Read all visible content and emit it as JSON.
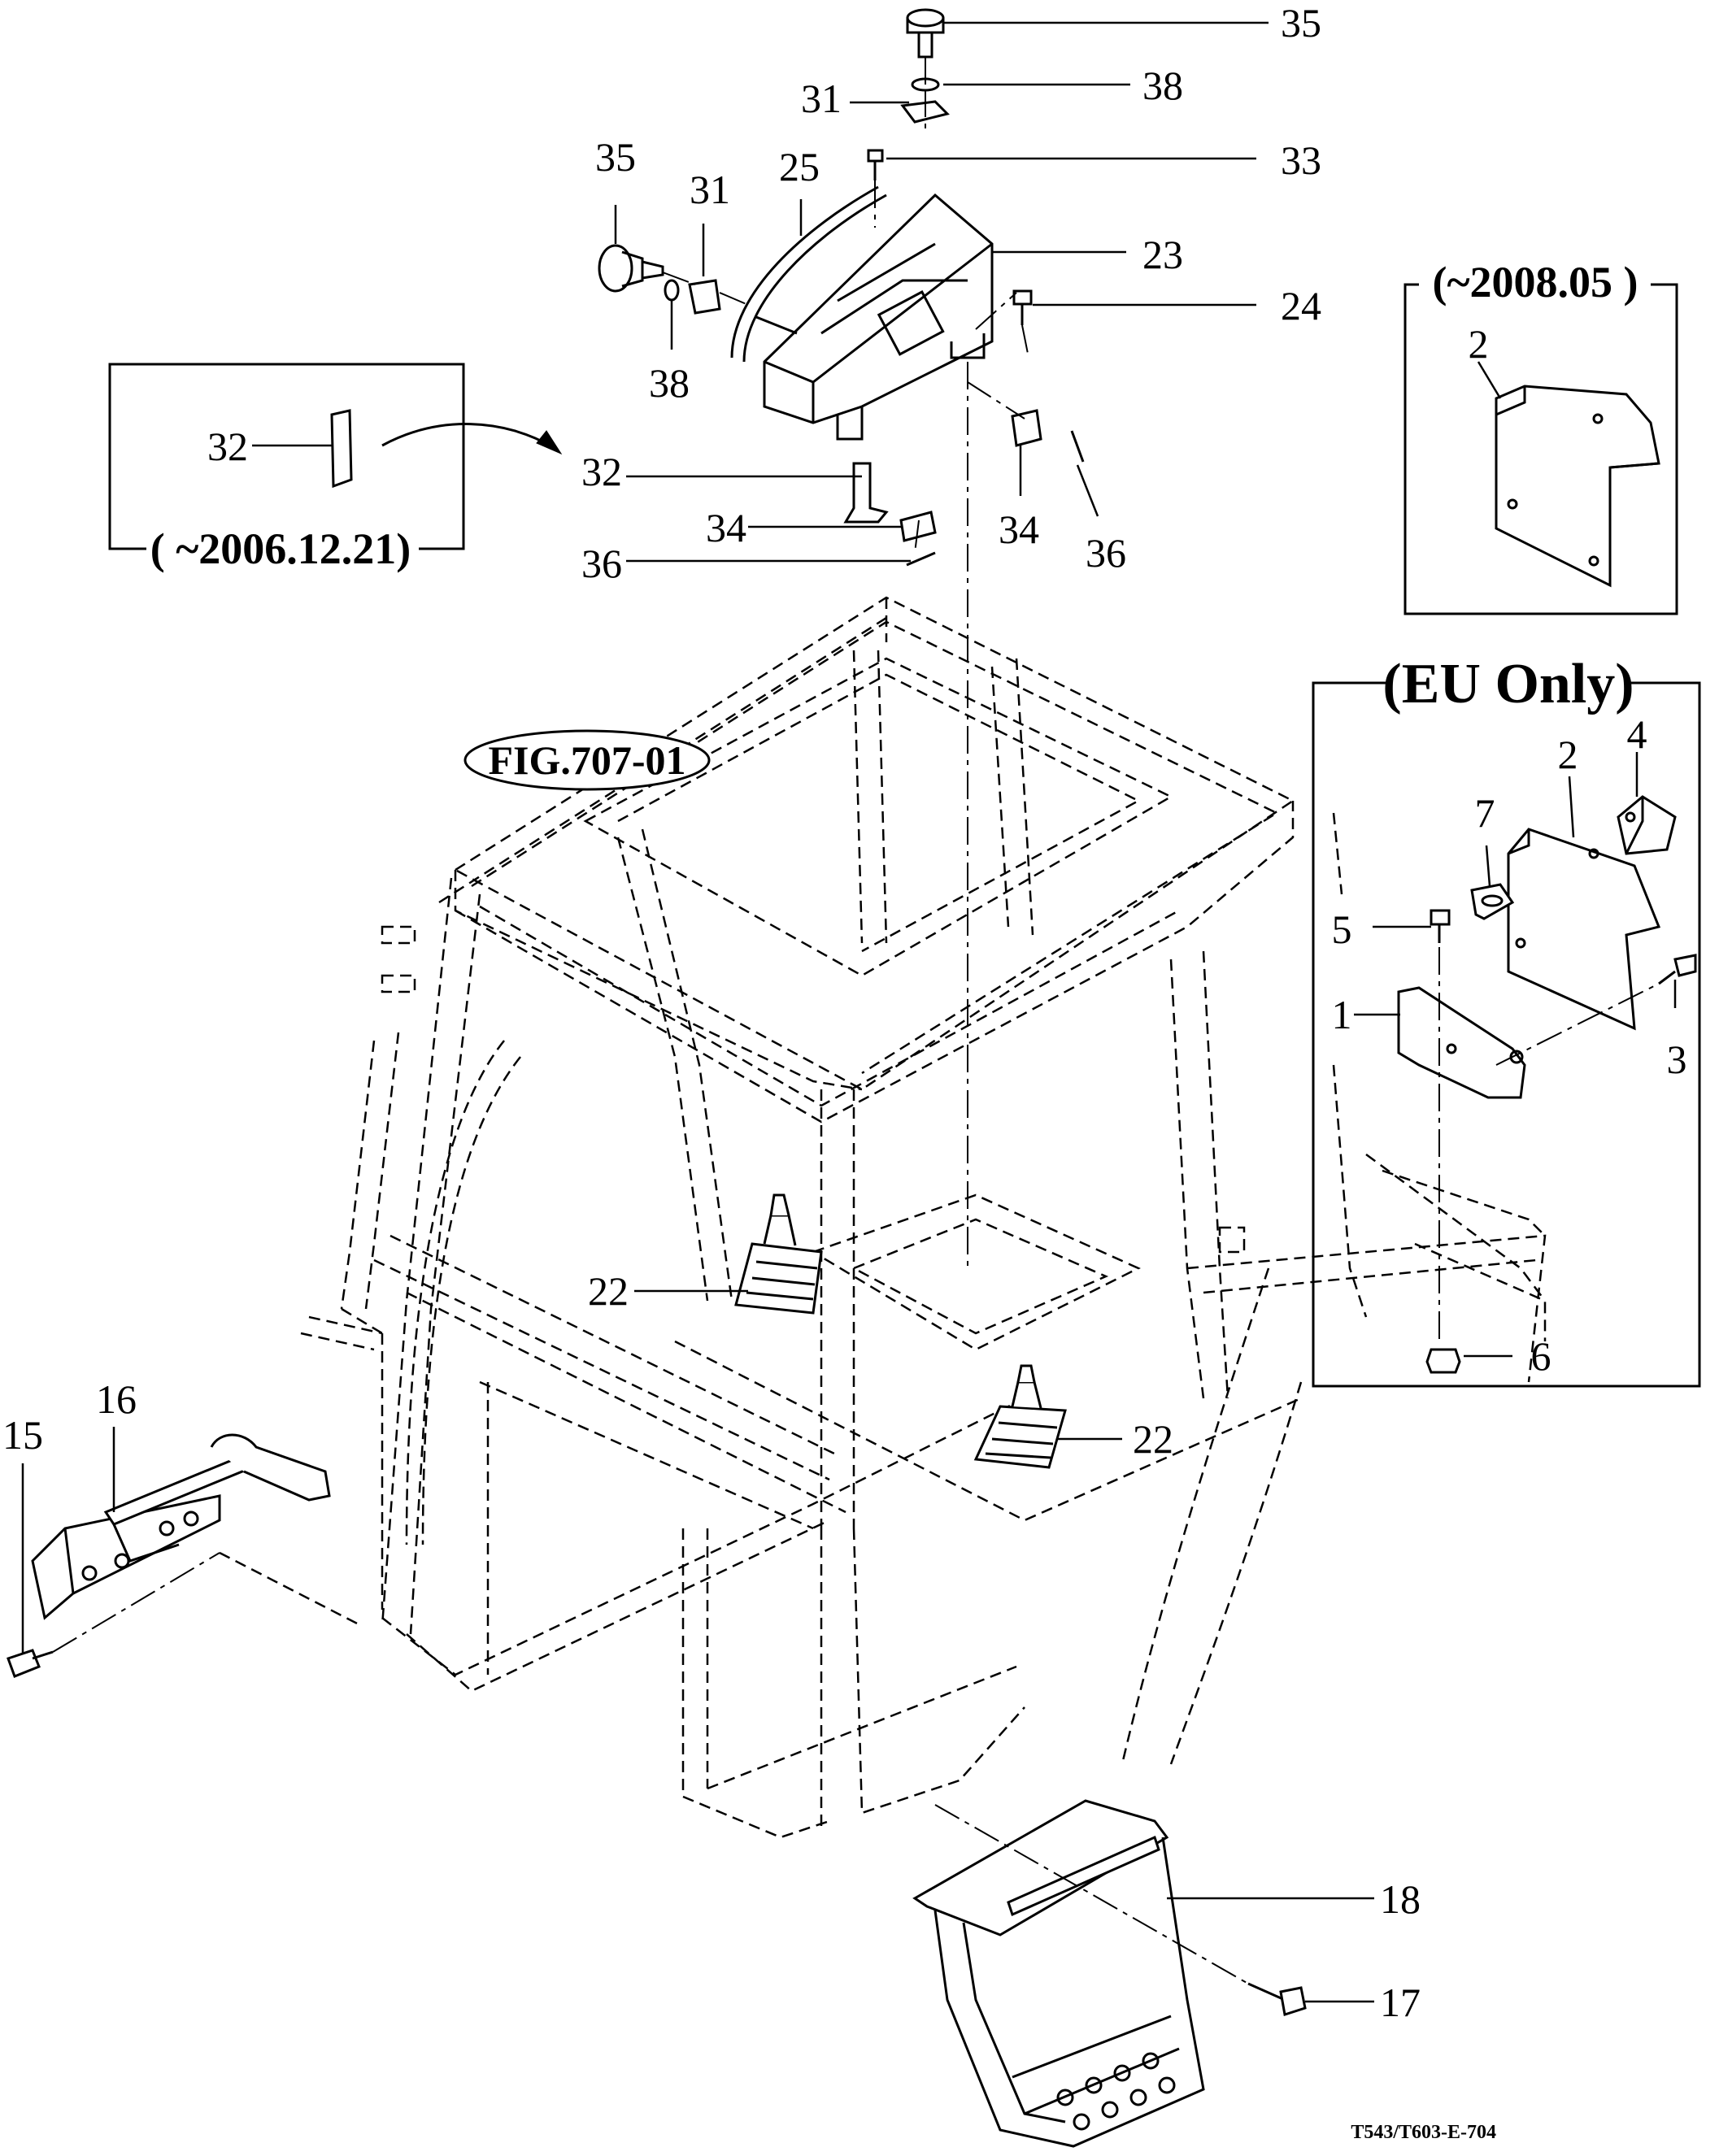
{
  "diagram": {
    "callouts": [
      "35",
      "38",
      "31",
      "33",
      "35",
      "25",
      "31",
      "23",
      "24",
      "38",
      "32",
      "32",
      "34",
      "34",
      "36",
      "36",
      "2",
      "2",
      "4",
      "7",
      "5",
      "3",
      "1",
      "6",
      "22",
      "22",
      "16",
      "15",
      "18",
      "17"
    ],
    "boxes": {
      "cab_bracket_variant": {
        "caption": "( ~2006.12.21)"
      },
      "cover_variant": {
        "caption": "(~2008.05 )"
      },
      "eu_only": {
        "caption": "(EU Only)"
      }
    },
    "figure_reference": "FIG.707-01",
    "drawing_code": "T543/T603-E-704"
  }
}
